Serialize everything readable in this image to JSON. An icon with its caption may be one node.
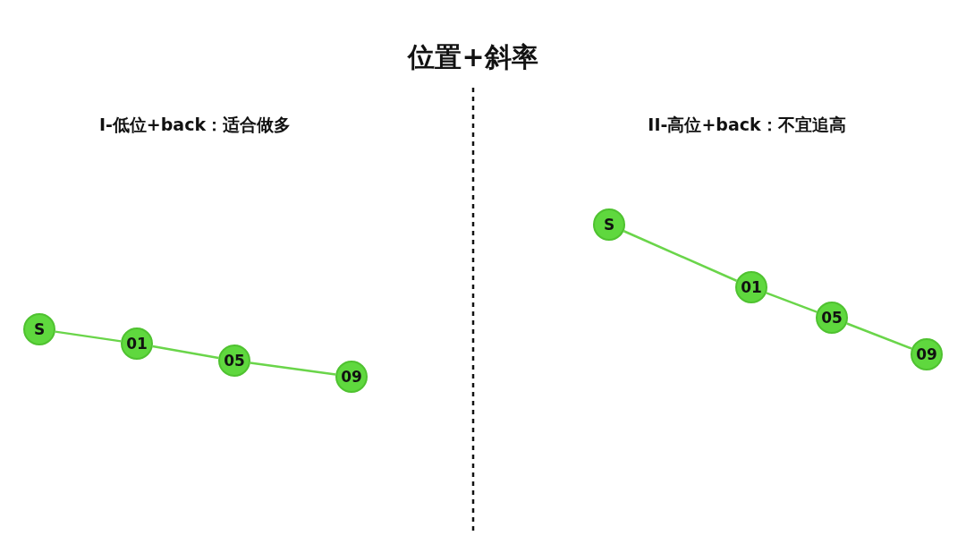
{
  "diagram": {
    "title": "位置+斜率",
    "nodes": [
      {
        "text": [
          "S"
        ]
      },
      {
        "text": [
          "01"
        ]
      },
      {
        "text": [
          "05"
        ]
      },
      {
        "text": [
          "09"
        ]
      },
      {
        "text": [
          "S"
        ]
      },
      {
        "text": [
          "01"
        ]
      },
      {
        "text": [
          "05"
        ]
      },
      {
        "text": [
          "09"
        ]
      }
    ],
    "edges": [
      {
        "from": 0,
        "to": 1,
        "arrow": "none"
      },
      {
        "from": 1,
        "to": 2,
        "arrow": "none"
      },
      {
        "from": 2,
        "to": 3,
        "arrow": "none"
      },
      {
        "from": 4,
        "to": 5,
        "arrow": "none"
      },
      {
        "from": 5,
        "to": 6,
        "arrow": "none"
      },
      {
        "from": 6,
        "to": 7,
        "arrow": "none"
      }
    ],
    "labels": [
      "I-低位+back：适合做多",
      "II-高位+back：不宜追高"
    ]
  }
}
